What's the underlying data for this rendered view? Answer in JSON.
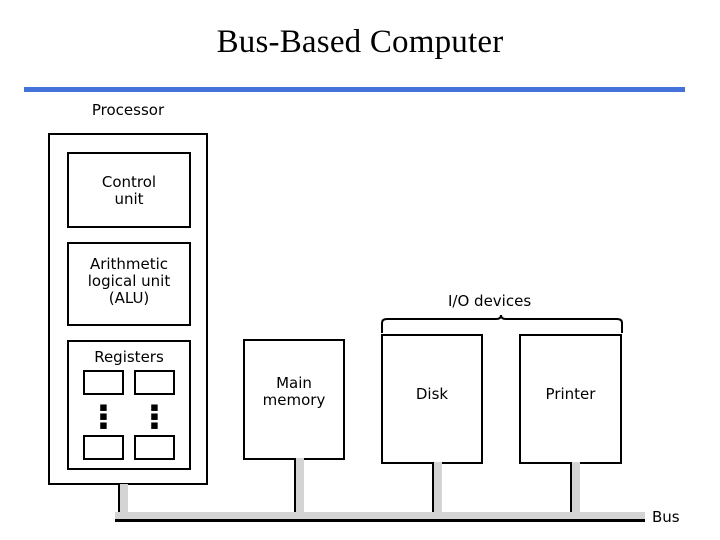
{
  "slide": {
    "title": "Bus-Based Computer",
    "accent_color": "#4472d8",
    "background_color": "#ffffff",
    "line_color": "#000000",
    "connector_fill": "#d4d4d4"
  },
  "diagram": {
    "processor": {
      "label": "Processor",
      "blocks": [
        {
          "name": "control-unit",
          "label": "Control\nunit"
        },
        {
          "name": "alu",
          "label": "Arithmetic\nlogical unit\n(ALU)"
        },
        {
          "name": "registers",
          "label": "Registers"
        }
      ],
      "register_cells": [
        "",
        "",
        "",
        ""
      ],
      "register_ellipsis": "▪"
    },
    "memory": {
      "label": "Main\nmemory"
    },
    "io_devices": {
      "group_label": "I/O devices",
      "devices": [
        {
          "name": "disk",
          "label": "Disk"
        },
        {
          "name": "printer",
          "label": "Printer"
        }
      ]
    },
    "bus": {
      "label": "Bus"
    }
  }
}
